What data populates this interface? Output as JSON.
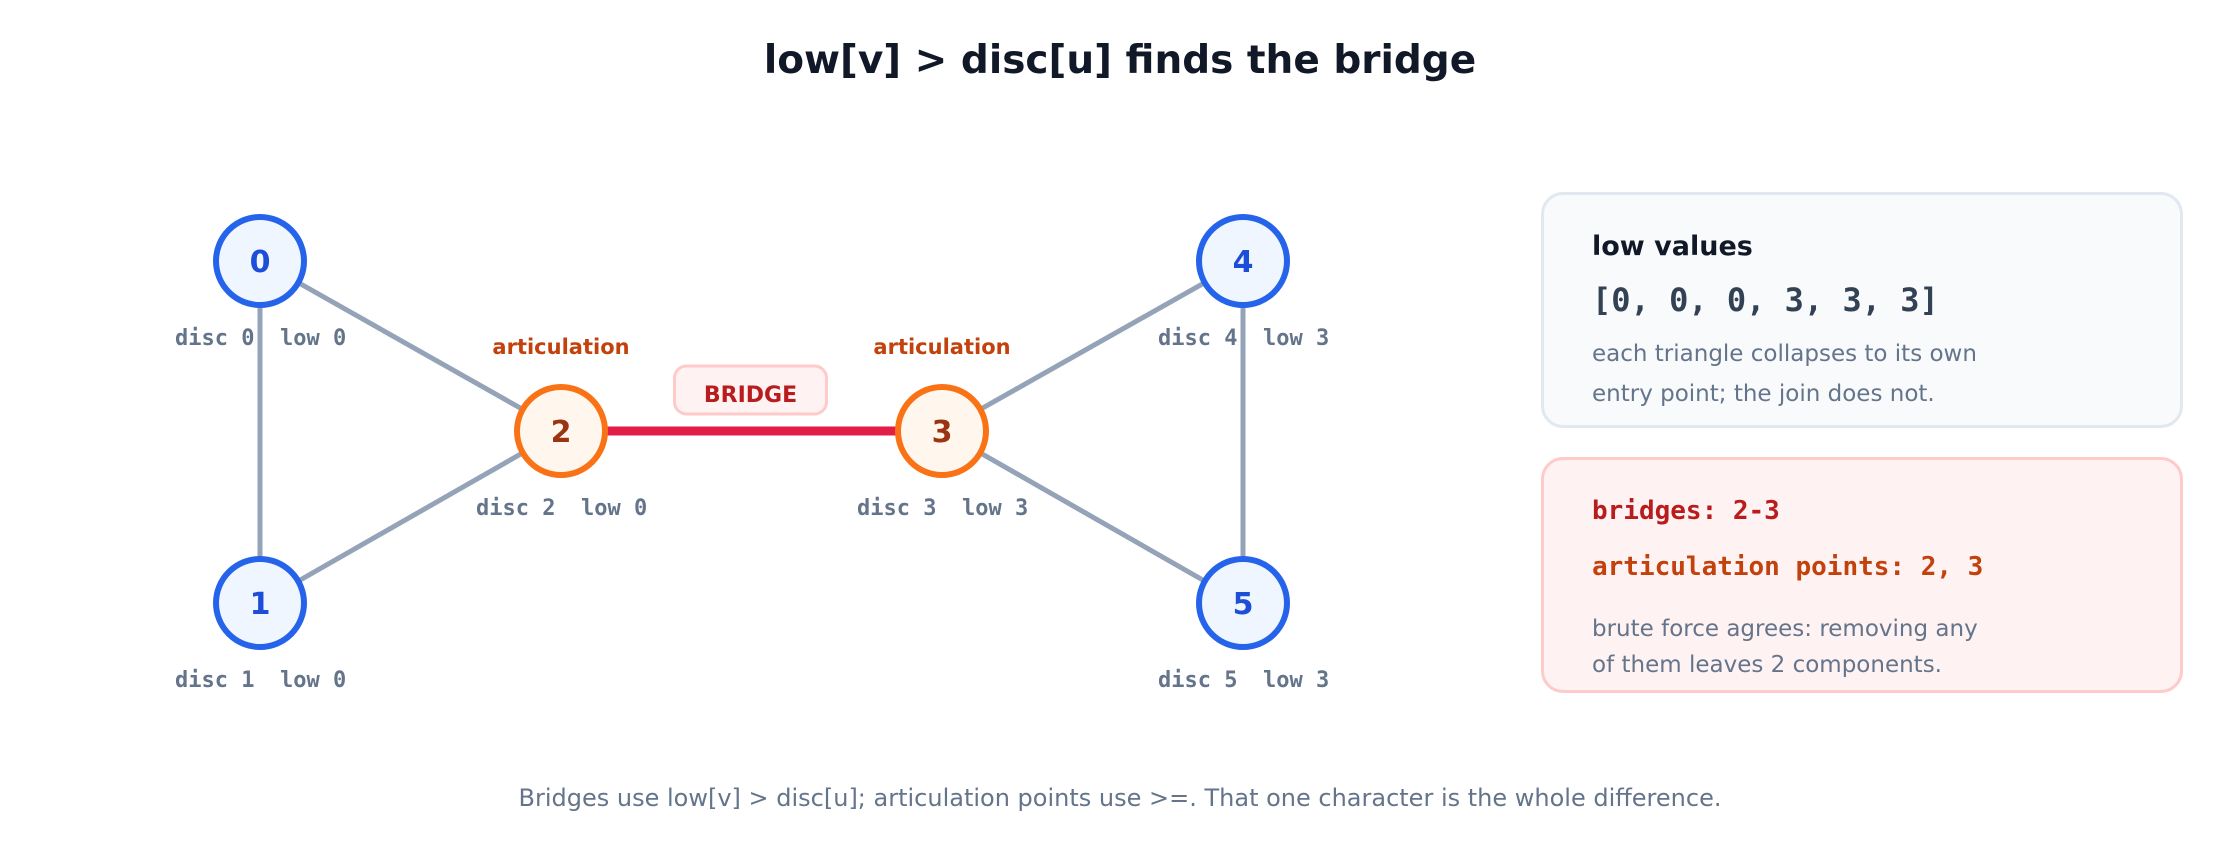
{
  "title": "low[v] > disc[u] finds the bridge",
  "graph": {
    "nodes": [
      {
        "id": "0",
        "disc": "disc 0",
        "low": "low 0",
        "articulation": false
      },
      {
        "id": "1",
        "disc": "disc 1",
        "low": "low 0",
        "articulation": false
      },
      {
        "id": "2",
        "disc": "disc 2",
        "low": "low 0",
        "articulation": true
      },
      {
        "id": "3",
        "disc": "disc 3",
        "low": "low 3",
        "articulation": true
      },
      {
        "id": "4",
        "disc": "disc 4",
        "low": "low 3",
        "articulation": false
      },
      {
        "id": "5",
        "disc": "disc 5",
        "low": "low 3",
        "articulation": false
      }
    ],
    "edges": [
      {
        "from": "0",
        "to": "1",
        "bridge": false
      },
      {
        "from": "0",
        "to": "2",
        "bridge": false
      },
      {
        "from": "1",
        "to": "2",
        "bridge": false
      },
      {
        "from": "2",
        "to": "3",
        "bridge": true
      },
      {
        "from": "3",
        "to": "4",
        "bridge": false
      },
      {
        "from": "3",
        "to": "5",
        "bridge": false
      },
      {
        "from": "4",
        "to": "5",
        "bridge": false
      }
    ],
    "articulation_label": "articulation",
    "bridge_label": "BRIDGE",
    "colors": {
      "node_stroke": "#2563eb",
      "node_fill": "#eff6ff",
      "node_text": "#1d4ed8",
      "art_stroke": "#f97316",
      "art_fill": "#fff7ed",
      "art_text": "#9a3412",
      "art_label": "#c2410c",
      "edge": "#94a3b8",
      "bridge": "#e11d48",
      "bridge_text": "#b91c1c",
      "bridge_tag_fill": "#fef2f2",
      "bridge_tag_stroke": "#fecaca",
      "disc_low_text": "#64748b"
    }
  },
  "low_panel": {
    "heading": "low values",
    "array": "[0, 0, 0, 3, 3, 3]",
    "note_line1": "each triangle collapses to its own",
    "note_line2": "entry point; the join does not."
  },
  "result_panel": {
    "bridges": "bridges: 2-3",
    "articulation_points": "articulation points: 2, 3",
    "note_line1": "brute force agrees: removing any",
    "note_line2": "of them leaves 2 components."
  },
  "footer": "Bridges use low[v] > disc[u]; articulation points use >=. That one character is the whole difference."
}
